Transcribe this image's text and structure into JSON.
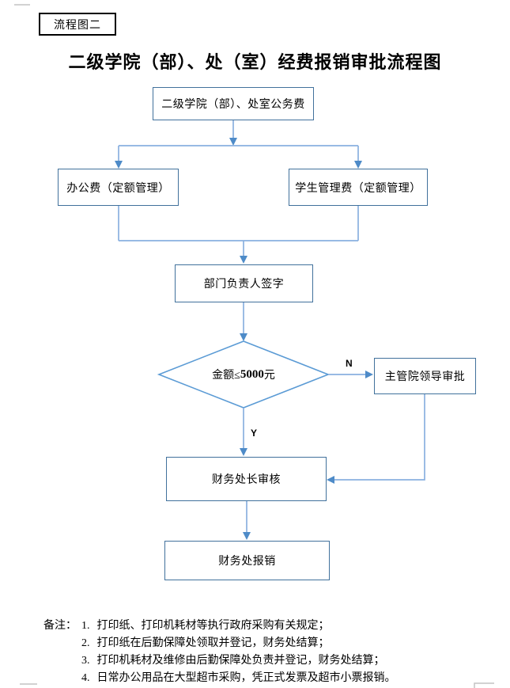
{
  "page": {
    "tag_label": "流程图二",
    "title": "二级学院（部）、处（室）经费报销审批流程图"
  },
  "flowchart": {
    "nodes": {
      "top": "二级学院（部）、处室公务费",
      "office_fee": "办公费（定额管理）",
      "student_fee": "学生管理费（定额管理）",
      "dept_sign": "部门负责人签字",
      "leader_approve": "主管院领导审批",
      "finance_review": "财务处长审核",
      "finance_reimburse": "财务处报销"
    },
    "decision": {
      "prefix": "金额≤",
      "amount": "5000",
      "suffix": " 元"
    },
    "edge_labels": {
      "no": "N",
      "yes": "Y"
    }
  },
  "notes": {
    "prefix": "备注：",
    "items": [
      {
        "num": "1.",
        "text": "打印纸、打印机耗材等执行政府采购有关规定；"
      },
      {
        "num": "2.",
        "text": "打印纸在后勤保障处领取并登记，财务处结算；"
      },
      {
        "num": "3.",
        "text": "打印机耗材及维修由后勤保障处负责并登记，财务处结算；"
      },
      {
        "num": "4.",
        "text": "日常办公用品在大型超市采购，凭正式发票及超市小票报销。"
      }
    ]
  },
  "colors": {
    "box_border": "#41719C",
    "diamond_border": "#5B9BD5",
    "connector": "#8AB1E0",
    "arrowhead": "#4E8BC8",
    "label_border": "#000000",
    "corner_mark": "#C3C3C3"
  }
}
